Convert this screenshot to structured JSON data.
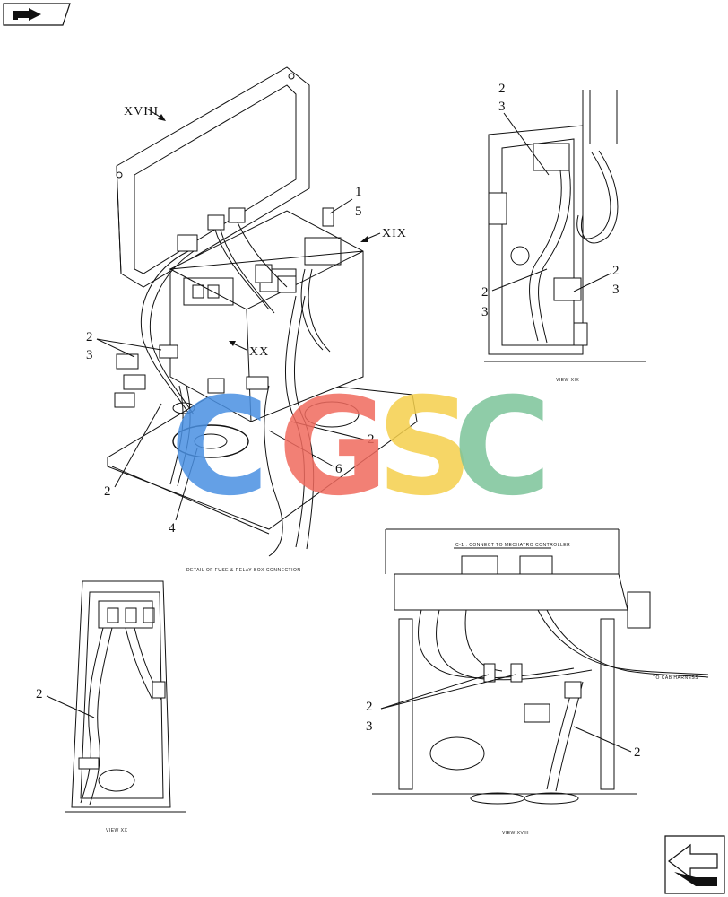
{
  "watermark": {
    "letters": [
      {
        "char": "C",
        "color": "#4a90e2"
      },
      {
        "char": "G",
        "color": "#f06a5e"
      },
      {
        "char": "S",
        "color": "#f5d04c"
      },
      {
        "char": "C",
        "color": "#7cc49a"
      }
    ]
  },
  "main_view": {
    "view_marks": {
      "xviii": "XVIII",
      "xix": "XIX",
      "xx": "XX"
    },
    "callouts": {
      "c1": "1",
      "c5": "5",
      "c2a": "2",
      "c3a": "3",
      "c2b": "2",
      "c6": "6",
      "c2c": "2",
      "c4": "4"
    },
    "caption": "DETAIL OF FUSE & RELAY BOX CONNECTION"
  },
  "view_xix": {
    "callouts": {
      "t2": "2",
      "t3": "3",
      "r2": "2",
      "r3": "3",
      "l2": "2",
      "l3": "3"
    },
    "caption": "VIEW XIX"
  },
  "view_xx": {
    "callouts": {
      "c2": "2"
    },
    "caption": "VIEW XX"
  },
  "view_xviii": {
    "connector_label": "C-1 : CONNECT TO MECHATRO CONTROLLER",
    "harness_label": "TO CAB HARNESS",
    "callouts": {
      "l2": "2",
      "l3": "3",
      "r2": "2"
    },
    "caption": "VIEW XVIII"
  },
  "icons": {
    "top_left": "folder-arrow-icon",
    "bottom_right": "page-turn-arrow-icon"
  }
}
